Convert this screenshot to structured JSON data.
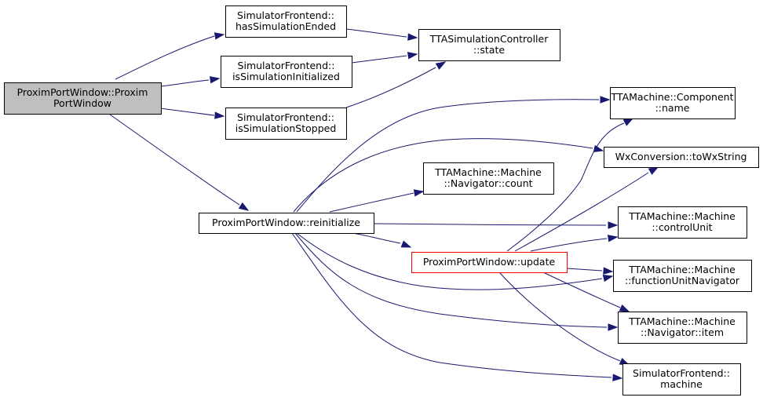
{
  "diagram": {
    "nodes": [
      {
        "id": "ppw_ctor",
        "lines": [
          "ProximPortWindow::Proxim",
          "PortWindow"
        ],
        "style": "root"
      },
      {
        "id": "sf_hasEnded",
        "lines": [
          "SimulatorFrontend::",
          "hasSimulationEnded"
        ],
        "style": "normal"
      },
      {
        "id": "sf_isInit",
        "lines": [
          "SimulatorFrontend::",
          "isSimulationInitialized"
        ],
        "style": "normal"
      },
      {
        "id": "sf_isStopped",
        "lines": [
          "SimulatorFrontend::",
          "isSimulationStopped"
        ],
        "style": "normal"
      },
      {
        "id": "tta_sc_state",
        "lines": [
          "TTASimulationController",
          "::state"
        ],
        "style": "normal"
      },
      {
        "id": "ppw_reinit",
        "lines": [
          "ProximPortWindow::reinitialize"
        ],
        "style": "normal"
      },
      {
        "id": "tm_comp_name",
        "lines": [
          "TTAMachine::Component",
          "::name"
        ],
        "style": "normal"
      },
      {
        "id": "wx_toWx",
        "lines": [
          "WxConversion::toWxString"
        ],
        "style": "normal"
      },
      {
        "id": "tm_nav_count",
        "lines": [
          "TTAMachine::Machine",
          "::Navigator::count"
        ],
        "style": "normal"
      },
      {
        "id": "tm_ctrlunit",
        "lines": [
          "TTAMachine::Machine",
          "::controlUnit"
        ],
        "style": "normal"
      },
      {
        "id": "ppw_update",
        "lines": [
          "ProximPortWindow::update"
        ],
        "style": "hilite"
      },
      {
        "id": "tm_funav",
        "lines": [
          "TTAMachine::Machine",
          "::functionUnitNavigator"
        ],
        "style": "normal"
      },
      {
        "id": "tm_nav_item",
        "lines": [
          "TTAMachine::Machine",
          "::Navigator::item"
        ],
        "style": "normal"
      },
      {
        "id": "sf_machine",
        "lines": [
          "SimulatorFrontend::",
          "machine"
        ],
        "style": "normal"
      }
    ],
    "edges": [
      {
        "from": "ppw_ctor",
        "to": "sf_hasEnded"
      },
      {
        "from": "ppw_ctor",
        "to": "sf_isInit"
      },
      {
        "from": "ppw_ctor",
        "to": "sf_isStopped"
      },
      {
        "from": "ppw_ctor",
        "to": "ppw_reinit"
      },
      {
        "from": "sf_hasEnded",
        "to": "tta_sc_state"
      },
      {
        "from": "sf_isInit",
        "to": "tta_sc_state"
      },
      {
        "from": "sf_isStopped",
        "to": "tta_sc_state"
      },
      {
        "from": "ppw_reinit",
        "to": "tm_comp_name"
      },
      {
        "from": "ppw_reinit",
        "to": "wx_toWx"
      },
      {
        "from": "ppw_reinit",
        "to": "tm_nav_count"
      },
      {
        "from": "ppw_reinit",
        "to": "tm_ctrlunit"
      },
      {
        "from": "ppw_reinit",
        "to": "ppw_update"
      },
      {
        "from": "ppw_reinit",
        "to": "tm_funav"
      },
      {
        "from": "ppw_reinit",
        "to": "tm_nav_item"
      },
      {
        "from": "ppw_reinit",
        "to": "sf_machine"
      },
      {
        "from": "ppw_update",
        "to": "tm_comp_name"
      },
      {
        "from": "ppw_update",
        "to": "wx_toWx"
      },
      {
        "from": "ppw_update",
        "to": "tm_ctrlunit"
      },
      {
        "from": "ppw_update",
        "to": "tm_funav"
      },
      {
        "from": "ppw_update",
        "to": "tm_nav_item"
      },
      {
        "from": "ppw_update",
        "to": "sf_machine"
      }
    ],
    "colors": {
      "edge": "#191970",
      "root_fill": "#bfbfbf",
      "highlight_border": "#ff0000",
      "border": "#000000",
      "background": "#ffffff"
    }
  }
}
